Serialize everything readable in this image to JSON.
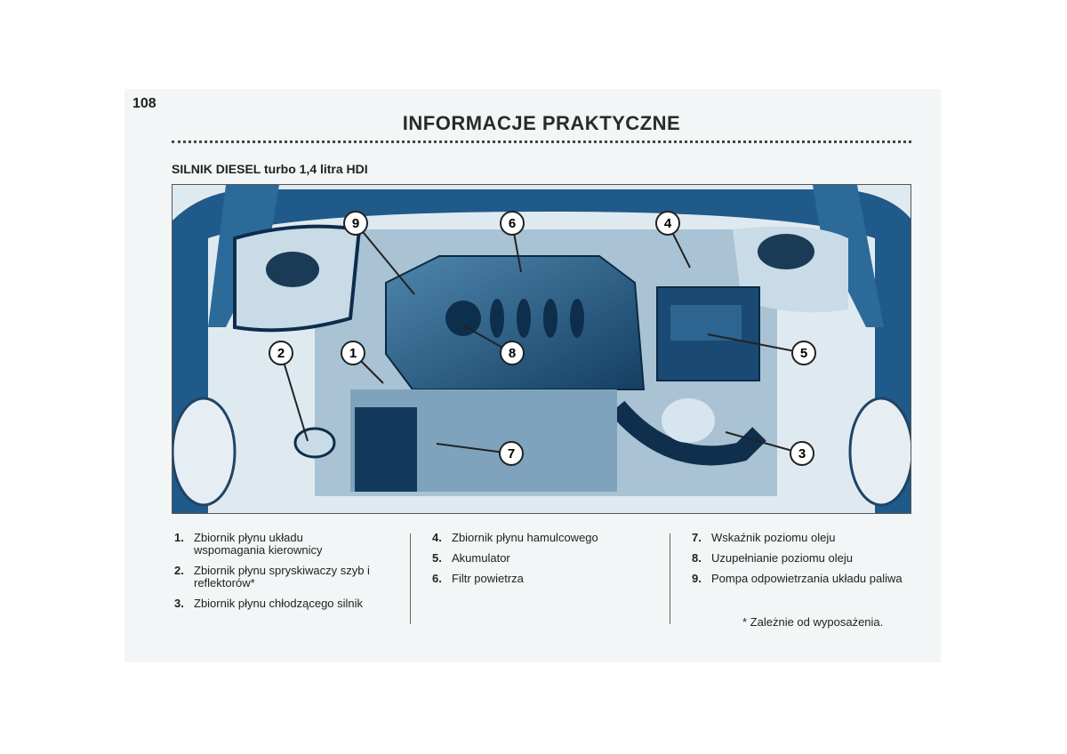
{
  "page_number": "108",
  "header": {
    "title": "INFORMACJE PRAKTYCZNE"
  },
  "section_title": "SILNIK DIESEL turbo 1,4 litra HDI",
  "callouts": [
    "9",
    "6",
    "4",
    "2",
    "1",
    "8",
    "5",
    "7",
    "3"
  ],
  "legend": {
    "col1": [
      {
        "num": "1.",
        "text": "Zbiornik płynu układu wspomagania kierownicy"
      },
      {
        "num": "2.",
        "text": "Zbiornik płynu spryskiwaczy szyb i reflektorów*"
      },
      {
        "num": "3.",
        "text": "Zbiornik płynu chłodzącego silnik"
      }
    ],
    "col2": [
      {
        "num": "4.",
        "text": "Zbiornik płynu hamulcowego"
      },
      {
        "num": "5.",
        "text": "Akumulator"
      },
      {
        "num": "6.",
        "text": "Filtr powietrza"
      }
    ],
    "col3": [
      {
        "num": "7.",
        "text": "Wskaźnik poziomu oleju"
      },
      {
        "num": "8.",
        "text": "Uzupełnianie poziomu oleju"
      },
      {
        "num": "9.",
        "text": "Pompa odpowietrzania układu paliwa"
      }
    ]
  },
  "footnote": "* Zależnie od wyposażenia."
}
